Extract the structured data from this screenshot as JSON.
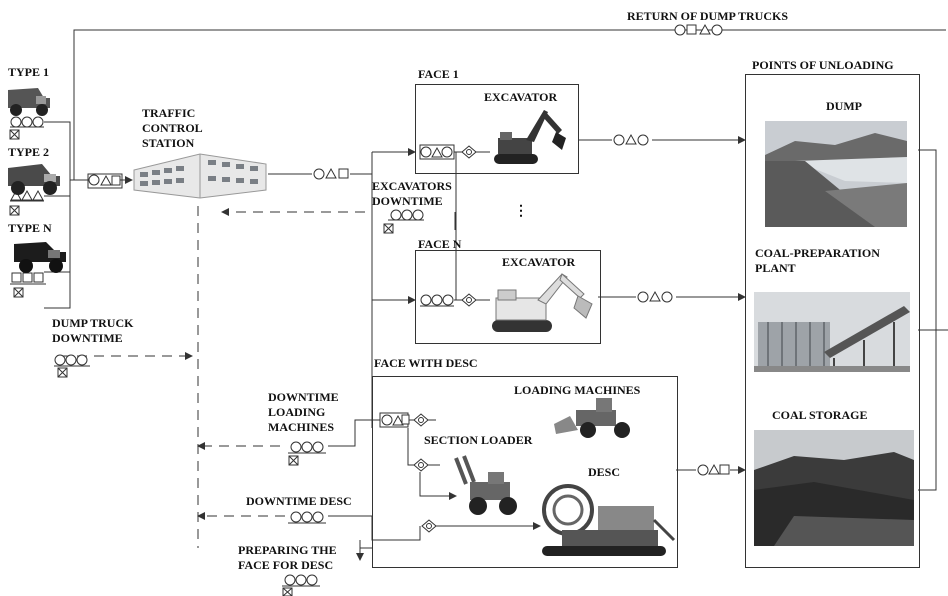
{
  "labels": {
    "return_trucks": "RETURN OF DUMP TRUCKS",
    "type1": "TYPE 1",
    "type2": "TYPE 2",
    "typeN": "TYPE N",
    "traffic_station": "TRAFFIC CONTROL STATION",
    "face1": "FACE 1",
    "excavator1": "EXCAVATOR",
    "excavators_downtime": "EXCAVATORS DOWNTIME",
    "ellipsis": "⋮",
    "faceN": "FACE N",
    "excavatorN": "EXCAVATOR",
    "dump_truck_downtime": "DUMP TRUCK DOWNTIME",
    "face_desc": "FACE WITH DESC",
    "loading_machines": "LOADING MACHINES",
    "section_loader": "SECTION LOADER",
    "desc": "DESC",
    "downtime_loading": "DOWNTIME LOADING MACHINES",
    "downtime_desc": "DOWNTIME DESC",
    "preparing_face": "PREPARING THE FACE FOR DESC",
    "points_unloading": "POINTS OF UNLOADING",
    "dump": "DUMP",
    "coal_prep": "COAL-PREPARATION PLANT",
    "coal_storage": "COAL STORAGE"
  },
  "colors": {
    "line": "#333333",
    "sky": "#c9cdd2",
    "ground": "#5a5a5a",
    "machine": "#444444"
  }
}
